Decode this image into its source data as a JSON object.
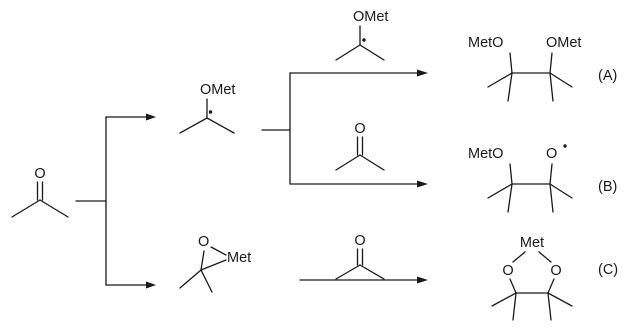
{
  "labels": {
    "acetone_o": "O",
    "radical_ome": "OMet",
    "epoxide_o": "O",
    "epoxide_met": "Met",
    "reagent_a_ome": "OMet",
    "reagent_b_o": "O",
    "reagent_c_o": "O",
    "product_a_left": "MetO",
    "product_a_right": "OMet",
    "product_b_left": "MetO",
    "product_b_right": "O",
    "product_c_met": "Met",
    "product_c_o_left": "O",
    "product_c_o_right": "O"
  },
  "products": {
    "a_tag": "(A)",
    "b_tag": "(B)",
    "c_tag": "(C)"
  },
  "colors": {
    "ink": "#1a1a1a",
    "background": "#ffffff"
  }
}
